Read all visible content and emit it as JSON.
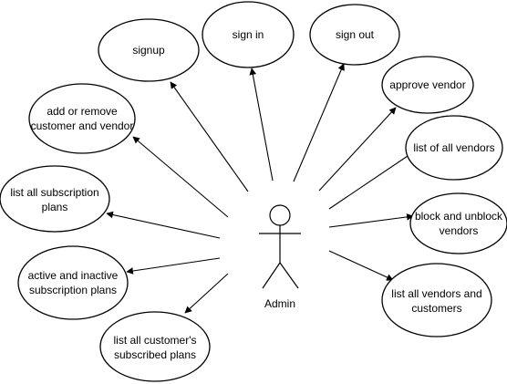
{
  "actor": {
    "name": "Admin"
  },
  "use_cases": {
    "signup": [
      "signup"
    ],
    "sign_in": [
      "sign in"
    ],
    "sign_out": [
      "sign out"
    ],
    "add_remove": [
      "add or remove",
      "customer and vendor"
    ],
    "approve_vendor": [
      "approve vendor"
    ],
    "list_all_vendors": [
      "list of all vendors"
    ],
    "list_subscription_plans": [
      "list all subscription",
      "plans"
    ],
    "block_unblock_vendors": [
      "block and unblock",
      "vendors"
    ],
    "active_inactive_plans": [
      "active and inactive",
      "subscription plans"
    ],
    "list_vendors_customers": [
      "list all vendors and",
      "customers"
    ],
    "list_customers_subscribed_plans": [
      "list all customer's",
      "subscribed plans"
    ]
  },
  "colors": {
    "stroke": "#000000",
    "fill": "#ffffff",
    "text": "#000000"
  }
}
